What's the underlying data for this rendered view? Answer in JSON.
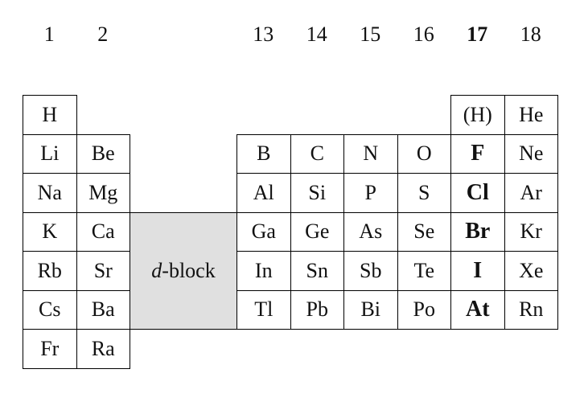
{
  "groups": [
    {
      "label": "1",
      "col": 0
    },
    {
      "label": "2",
      "col": 1
    },
    {
      "label": "13",
      "col": 4
    },
    {
      "label": "14",
      "col": 5
    },
    {
      "label": "15",
      "col": 6
    },
    {
      "label": "16",
      "col": 7
    },
    {
      "label": "17",
      "col": 8,
      "bold": true
    },
    {
      "label": "18",
      "col": 9
    }
  ],
  "elements": [
    {
      "symbol": "H",
      "row": 0,
      "col": 0
    },
    {
      "symbol": "(H)",
      "row": 0,
      "col": 8
    },
    {
      "symbol": "He",
      "row": 0,
      "col": 9
    },
    {
      "symbol": "Li",
      "row": 1,
      "col": 0
    },
    {
      "symbol": "Be",
      "row": 1,
      "col": 1
    },
    {
      "symbol": "B",
      "row": 1,
      "col": 4
    },
    {
      "symbol": "C",
      "row": 1,
      "col": 5
    },
    {
      "symbol": "N",
      "row": 1,
      "col": 6
    },
    {
      "symbol": "O",
      "row": 1,
      "col": 7
    },
    {
      "symbol": "F",
      "row": 1,
      "col": 8,
      "bold": true
    },
    {
      "symbol": "Ne",
      "row": 1,
      "col": 9
    },
    {
      "symbol": "Na",
      "row": 2,
      "col": 0
    },
    {
      "symbol": "Mg",
      "row": 2,
      "col": 1
    },
    {
      "symbol": "Al",
      "row": 2,
      "col": 4
    },
    {
      "symbol": "Si",
      "row": 2,
      "col": 5
    },
    {
      "symbol": "P",
      "row": 2,
      "col": 6
    },
    {
      "symbol": "S",
      "row": 2,
      "col": 7
    },
    {
      "symbol": "Cl",
      "row": 2,
      "col": 8,
      "bold": true
    },
    {
      "symbol": "Ar",
      "row": 2,
      "col": 9
    },
    {
      "symbol": "K",
      "row": 3,
      "col": 0
    },
    {
      "symbol": "Ca",
      "row": 3,
      "col": 1
    },
    {
      "symbol": "Ga",
      "row": 3,
      "col": 4
    },
    {
      "symbol": "Ge",
      "row": 3,
      "col": 5
    },
    {
      "symbol": "As",
      "row": 3,
      "col": 6
    },
    {
      "symbol": "Se",
      "row": 3,
      "col": 7
    },
    {
      "symbol": "Br",
      "row": 3,
      "col": 8,
      "bold": true
    },
    {
      "symbol": "Kr",
      "row": 3,
      "col": 9
    },
    {
      "symbol": "Rb",
      "row": 4,
      "col": 0
    },
    {
      "symbol": "Sr",
      "row": 4,
      "col": 1
    },
    {
      "symbol": "In",
      "row": 4,
      "col": 4
    },
    {
      "symbol": "Sn",
      "row": 4,
      "col": 5
    },
    {
      "symbol": "Sb",
      "row": 4,
      "col": 6
    },
    {
      "symbol": "Te",
      "row": 4,
      "col": 7
    },
    {
      "symbol": "I",
      "row": 4,
      "col": 8,
      "bold": true
    },
    {
      "symbol": "Xe",
      "row": 4,
      "col": 9
    },
    {
      "symbol": "Cs",
      "row": 5,
      "col": 0
    },
    {
      "symbol": "Ba",
      "row": 5,
      "col": 1
    },
    {
      "symbol": "Tl",
      "row": 5,
      "col": 4
    },
    {
      "symbol": "Pb",
      "row": 5,
      "col": 5
    },
    {
      "symbol": "Bi",
      "row": 5,
      "col": 6
    },
    {
      "symbol": "Po",
      "row": 5,
      "col": 7
    },
    {
      "symbol": "At",
      "row": 5,
      "col": 8,
      "bold": true
    },
    {
      "symbol": "Rn",
      "row": 5,
      "col": 9
    },
    {
      "symbol": "Fr",
      "row": 6,
      "col": 0
    },
    {
      "symbol": "Ra",
      "row": 6,
      "col": 1
    }
  ],
  "dblock": {
    "italic": "d",
    "rest": "-block"
  }
}
